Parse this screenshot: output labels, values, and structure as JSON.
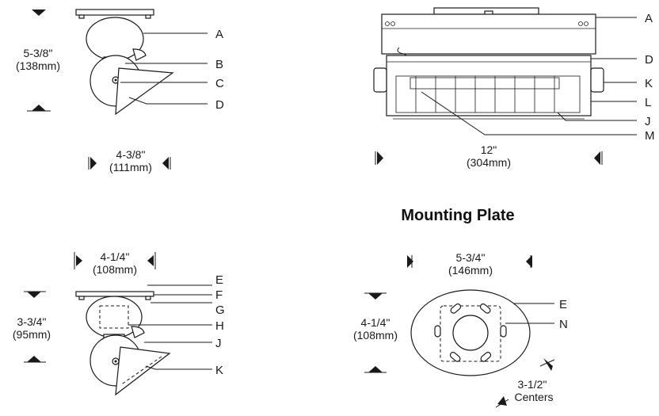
{
  "views": {
    "side_top": {
      "height_in": "5-3/8\"",
      "height_mm": "(138mm)",
      "width_in": "4-3/8\"",
      "width_mm": "(111mm)",
      "callouts": [
        "A",
        "B",
        "C",
        "D"
      ]
    },
    "front": {
      "width_in": "12\"",
      "width_mm": "(304mm)",
      "callouts": [
        "A",
        "D",
        "K",
        "L",
        "J",
        "M"
      ]
    },
    "side_bottom": {
      "width_in": "4-1/4\"",
      "width_mm": "(108mm)",
      "height_in": "3-3/4\"",
      "height_mm": "(95mm)",
      "callouts": [
        "E",
        "F",
        "G",
        "H",
        "J",
        "K"
      ]
    },
    "mounting_plate": {
      "title": "Mounting Plate",
      "width_in": "5-3/4\"",
      "width_mm": "(146mm)",
      "height_in": "4-1/4\"",
      "height_mm": "(108mm)",
      "centers_in": "3-1/2\"",
      "centers_label": "Centers",
      "callouts": [
        "E",
        "N"
      ]
    }
  },
  "colors": {
    "ink": "#1a1a1a",
    "background": "#ffffff"
  }
}
